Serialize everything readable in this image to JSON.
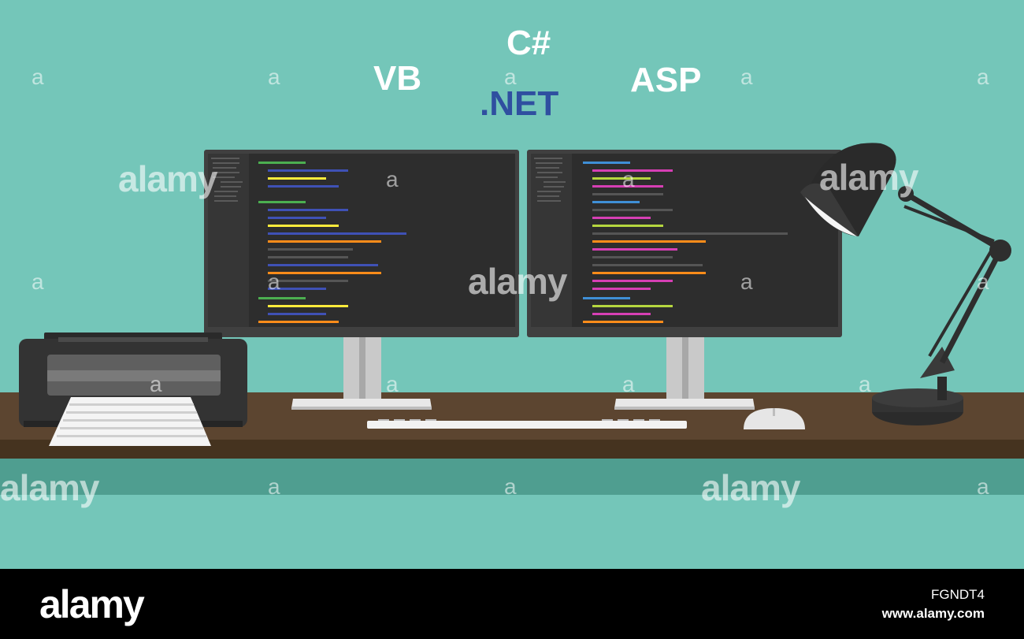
{
  "languages": {
    "csharp": "C#",
    "vb": "VB",
    "dotnet": ".NET",
    "asp": "ASP"
  },
  "colors": {
    "background": "#74c6b9",
    "desk_top": "#5c4530",
    "monitor_screen": "#2d2d2d",
    "dotnet_text": "#2f4fa0",
    "label_text": "#ffffff"
  },
  "watermark": {
    "small_mark": "a",
    "brand": "alamy"
  },
  "footer": {
    "logo": "alamy",
    "image_id": "FGNDT4",
    "url": "www.alamy.com"
  }
}
